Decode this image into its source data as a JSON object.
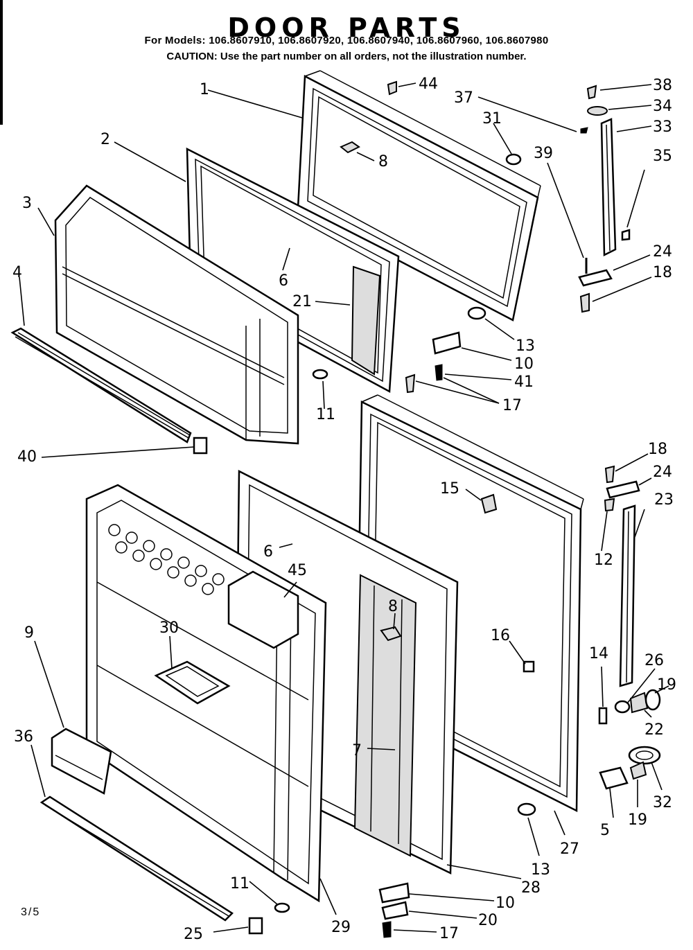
{
  "title": "DOOR PARTS",
  "models_line": "For Models: 106.8607910, 106.8607920, 106.8607940, 106.8607960, 106.8607980",
  "caution_line": "CAUTION: Use the part number on all orders, not the illustration number.",
  "page_code": "3/5",
  "callouts": {
    "n1": "1",
    "n2": "2",
    "n3": "3",
    "n4": "4",
    "n5": "5",
    "n6a": "6",
    "n6b": "6",
    "n7": "7",
    "n8a": "8",
    "n8b": "8",
    "n9": "9",
    "n10a": "10",
    "n10b": "10",
    "n11a": "11",
    "n11b": "11",
    "n12": "12",
    "n13a": "13",
    "n13b": "13",
    "n14": "14",
    "n15": "15",
    "n16": "16",
    "n17a": "17",
    "n17b": "17",
    "n18a": "18",
    "n18b": "18",
    "n19a": "19",
    "n19b": "19",
    "n20": "20",
    "n21": "21",
    "n22": "22",
    "n23": "23",
    "n24a": "24",
    "n24b": "24",
    "n25": "25",
    "n26": "26",
    "n27": "27",
    "n28": "28",
    "n29": "29",
    "n30": "30",
    "n31": "31",
    "n32": "32",
    "n33": "33",
    "n34": "34",
    "n35": "35",
    "n36": "36",
    "n37": "37",
    "n38": "38",
    "n39": "39",
    "n40": "40",
    "n41": "41",
    "n44": "44",
    "n45": "45"
  }
}
